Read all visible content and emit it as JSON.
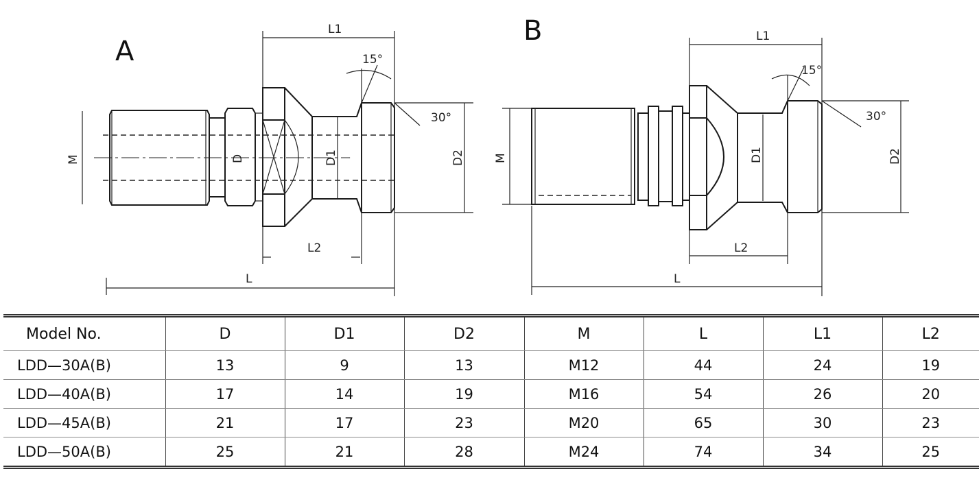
{
  "drawings": [
    {
      "label": "A",
      "dims": {
        "L1": "L1",
        "L2": "L2",
        "L": "L",
        "D": "D",
        "D1": "D1",
        "D2": "D2",
        "M": "M",
        "angle1": "15°",
        "angle2": "30°"
      }
    },
    {
      "label": "B",
      "dims": {
        "L1": "L1",
        "L2": "L2",
        "L": "L",
        "D1": "D1",
        "D2": "D2",
        "M": "M",
        "angle1": "15°",
        "angle2": "30°"
      }
    }
  ],
  "table": {
    "headers": [
      "Model No.",
      "D",
      "D1",
      "D2",
      "M",
      "L",
      "L1",
      "L2"
    ],
    "rows": [
      [
        "LDD—30A(B)",
        "13",
        "9",
        "13",
        "M12",
        "44",
        "24",
        "19"
      ],
      [
        "LDD—40A(B)",
        "17",
        "14",
        "19",
        "M16",
        "54",
        "26",
        "20"
      ],
      [
        "LDD—45A(B)",
        "21",
        "17",
        "23",
        "M20",
        "65",
        "30",
        "23"
      ],
      [
        "LDD—50A(B)",
        "25",
        "21",
        "28",
        "M24",
        "74",
        "34",
        "25"
      ]
    ]
  }
}
